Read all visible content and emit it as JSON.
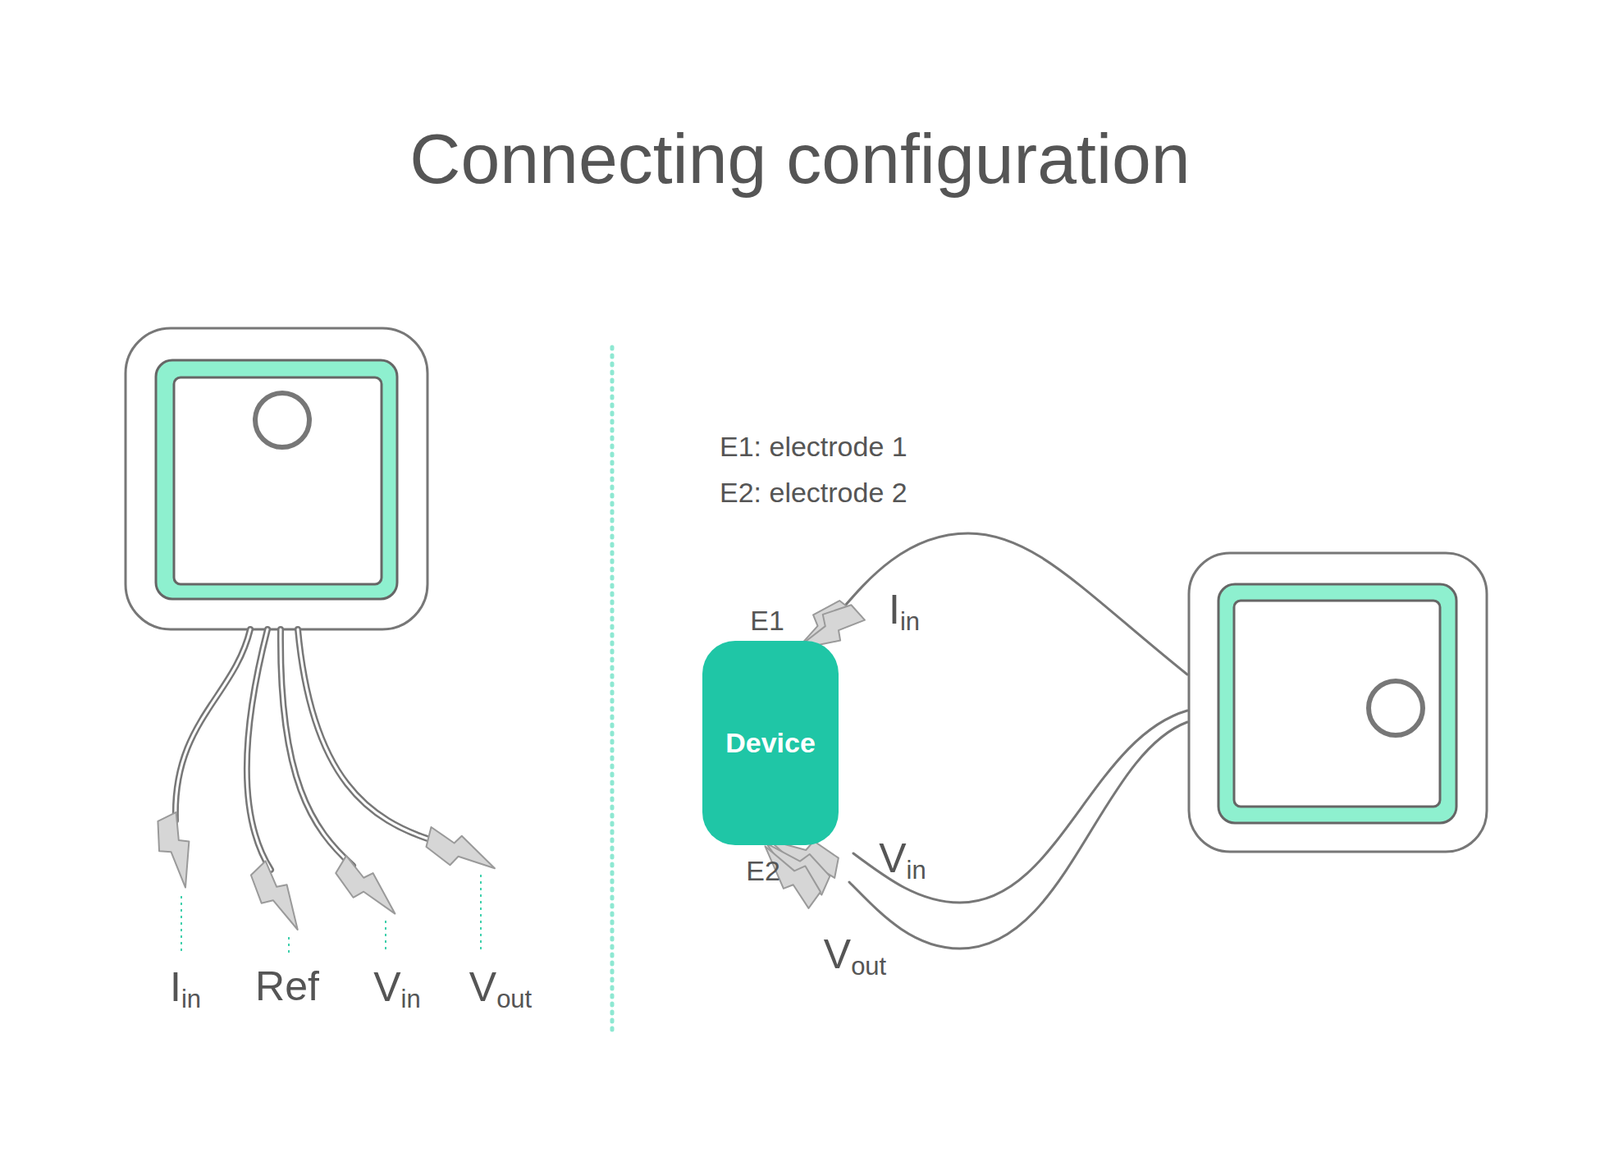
{
  "diagram": {
    "title": "Connecting configuration",
    "nodes": [
      {
        "text": [
          "Device"
        ]
      }
    ],
    "labels": [
      "Iin",
      "Ref",
      "Vin",
      "Vout",
      "E1: electrode 1",
      "E2: electrode 2",
      "E1",
      "Iin",
      "E2",
      "Vin",
      "Vout"
    ]
  }
}
